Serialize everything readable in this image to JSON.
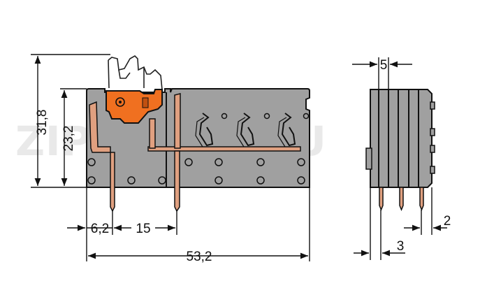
{
  "watermark": {
    "text": "ZIPSTORE.RU",
    "color": "#ebebeb"
  },
  "dimensions": {
    "height_total": "31,8",
    "height_body": "23,2",
    "pitch_first": "6,2",
    "pitch": "15",
    "length_total": "53,2",
    "width_side": "5",
    "pin_offset": "2",
    "pin_spacing": "3"
  },
  "colors": {
    "housing": "#a0a0a0",
    "lever": "#f07020",
    "contact": "#e0a080",
    "outline": "#111111"
  }
}
